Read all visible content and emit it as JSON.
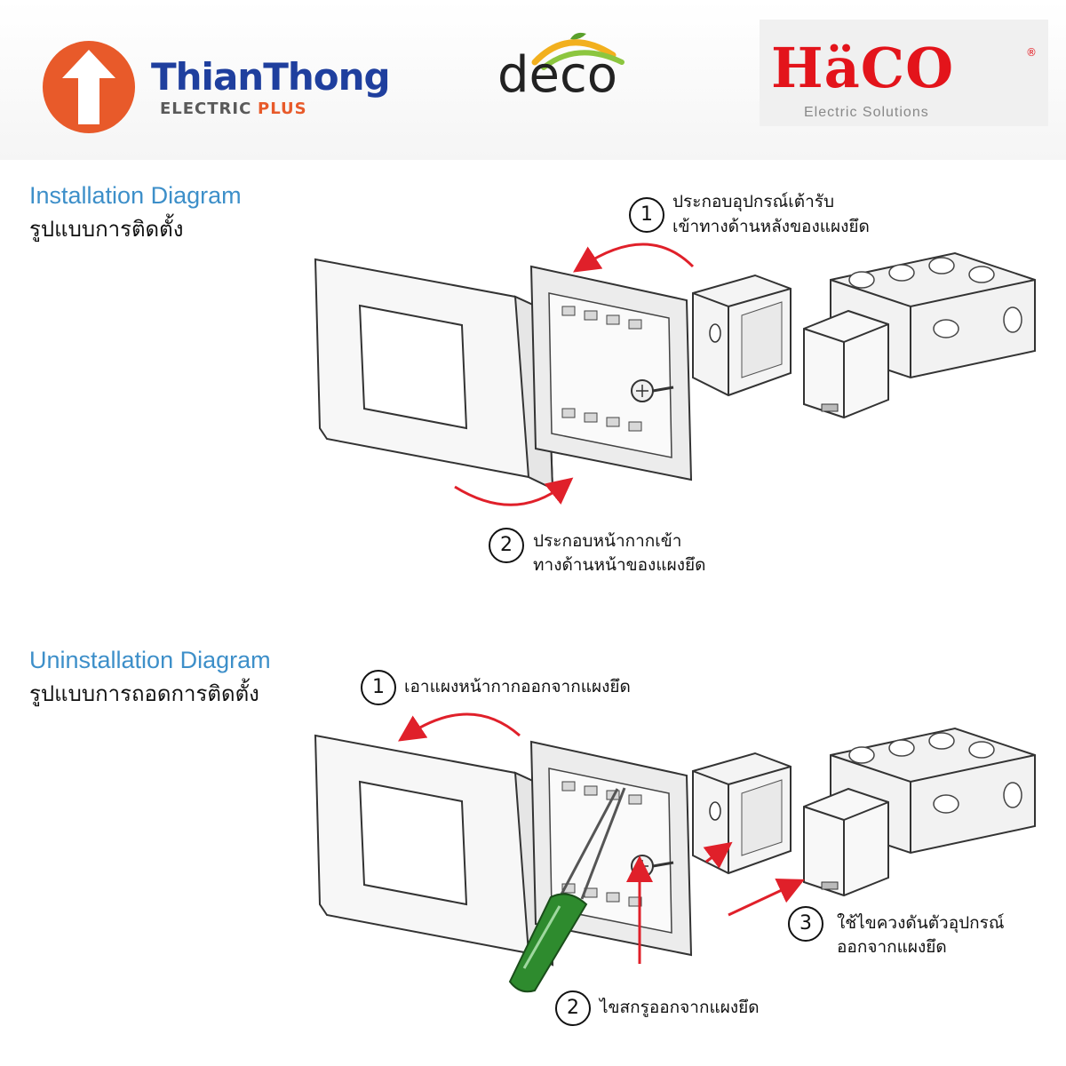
{
  "logos": {
    "thianthong": {
      "name": "ThianThong",
      "sub_left": "ELECTRIC",
      "sub_right": "PLUS",
      "color": "#1f3f9e",
      "accent": "#e85a2a",
      "icon": "house-arrow-icon"
    },
    "deco": {
      "name": "deco",
      "icon": "leaf-swoosh-icon"
    },
    "haco": {
      "name": "HäCO",
      "registered": "®",
      "tagline": "Electric Solutions",
      "color": "#e3141b"
    }
  },
  "installation": {
    "title_en": "Installation Diagram",
    "title_th": "รูปแบบการติดตั้ง",
    "steps": [
      {
        "num": "1",
        "line1": "ประกอบอุปกรณ์เต้ารับ",
        "line2": "เข้าทางด้านหลังของแผงยึด"
      },
      {
        "num": "2",
        "line1": "ประกอบหน้ากากเข้า",
        "line2": "ทางด้านหน้าของแผงยึด"
      }
    ]
  },
  "uninstallation": {
    "title_en": "Uninstallation Diagram",
    "title_th": "รูปแบบการถอดการติดตั้ง",
    "steps": [
      {
        "num": "1",
        "line1": "เอาแผงหน้ากากออกจากแผงยึด"
      },
      {
        "num": "2",
        "line1": "ไขสกรูออกจากแผงยึด"
      },
      {
        "num": "3",
        "line1": "ใช้ไขควงดันตัวอุปกรณ์",
        "line2": "ออกจากแผงยึด"
      }
    ]
  },
  "colors": {
    "arrow": "#e0202a",
    "line": "#333333",
    "screwdriver_handle": "#2e8b2e"
  }
}
